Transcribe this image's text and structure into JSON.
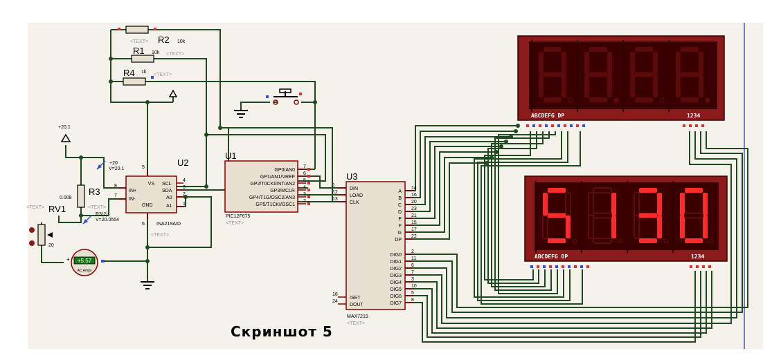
{
  "caption": "Скриншот 5",
  "text_placeholder": "<TEXT>",
  "resistors": {
    "r2": {
      "ref": "R2",
      "value": "10k"
    },
    "r1": {
      "ref": "R1",
      "value": "10k"
    },
    "r4": {
      "ref": "R4",
      "value": "1k"
    },
    "r3": {
      "ref": "R3",
      "value": "0.008",
      "probe_name": "R3(2)",
      "probe_value": "V=20.0554"
    },
    "rv1": {
      "ref": "RV1",
      "value": "20"
    }
  },
  "supply": {
    "label": "+20.1",
    "probe_name": "+20",
    "probe_value": "V=20.1"
  },
  "ammeter": {
    "reading": "+5.57",
    "label": "AC Amps"
  },
  "u2": {
    "ref": "U2",
    "part": "INA219AID",
    "pins_left": [
      "IN+",
      "IN-",
      "GND"
    ],
    "pin_top": "VS",
    "pins_right": [
      "SCL",
      "SDA",
      "A0",
      "A1"
    ],
    "num_top": "5",
    "num_bottom": "6",
    "nums_left": [
      "8",
      "7"
    ],
    "nums_right": [
      "4",
      "3",
      "2",
      "1"
    ]
  },
  "u1": {
    "ref": "U1",
    "part": "PIC12F675",
    "pins": [
      "GP0/AN0",
      "GP1/AN1/VREF",
      "GP2/T0CKI/INT/AN2",
      "GP3/MCLR",
      "GP4/T1G/OSC2/AN3",
      "GP5/T1CKI/OSC1"
    ],
    "nums": [
      "7",
      "6",
      "5",
      "4",
      "3",
      "2"
    ]
  },
  "u3": {
    "ref": "U3",
    "part": "MAX7219",
    "pins_left": [
      "DIN",
      "LOAD",
      "CLK"
    ],
    "nums_left": [
      "1",
      "12",
      "13"
    ],
    "pins_left_bottom": [
      "ISET",
      "DOUT"
    ],
    "nums_left_bottom": [
      "18",
      "24"
    ],
    "pins_seg": [
      "A",
      "B",
      "C",
      "D",
      "E",
      "F",
      "G",
      "DP"
    ],
    "nums_seg": [
      "14",
      "16",
      "20",
      "23",
      "21",
      "15",
      "17",
      "22"
    ],
    "pins_dig": [
      "DIG0",
      "DIG1",
      "DIG2",
      "DIG3",
      "DIG4",
      "DIG5",
      "DIG6",
      "DIG7"
    ],
    "nums_dig": [
      "2",
      "11",
      "6",
      "7",
      "3",
      "10",
      "5",
      "8"
    ]
  },
  "display_top": {
    "digits": [
      "8",
      "8",
      "8",
      "8"
    ],
    "dp_on": [
      false,
      true,
      false,
      true
    ],
    "lit": false,
    "seg_label": "ABCDEFG  DP",
    "dig_label": "1234"
  },
  "display_bottom": {
    "digits": [
      "5",
      "1",
      "3",
      "0"
    ],
    "dp_on": [
      false,
      false,
      false,
      false
    ],
    "lit": true,
    "seg_label": "ABCDEFG  DP",
    "dig_label": "1234"
  }
}
